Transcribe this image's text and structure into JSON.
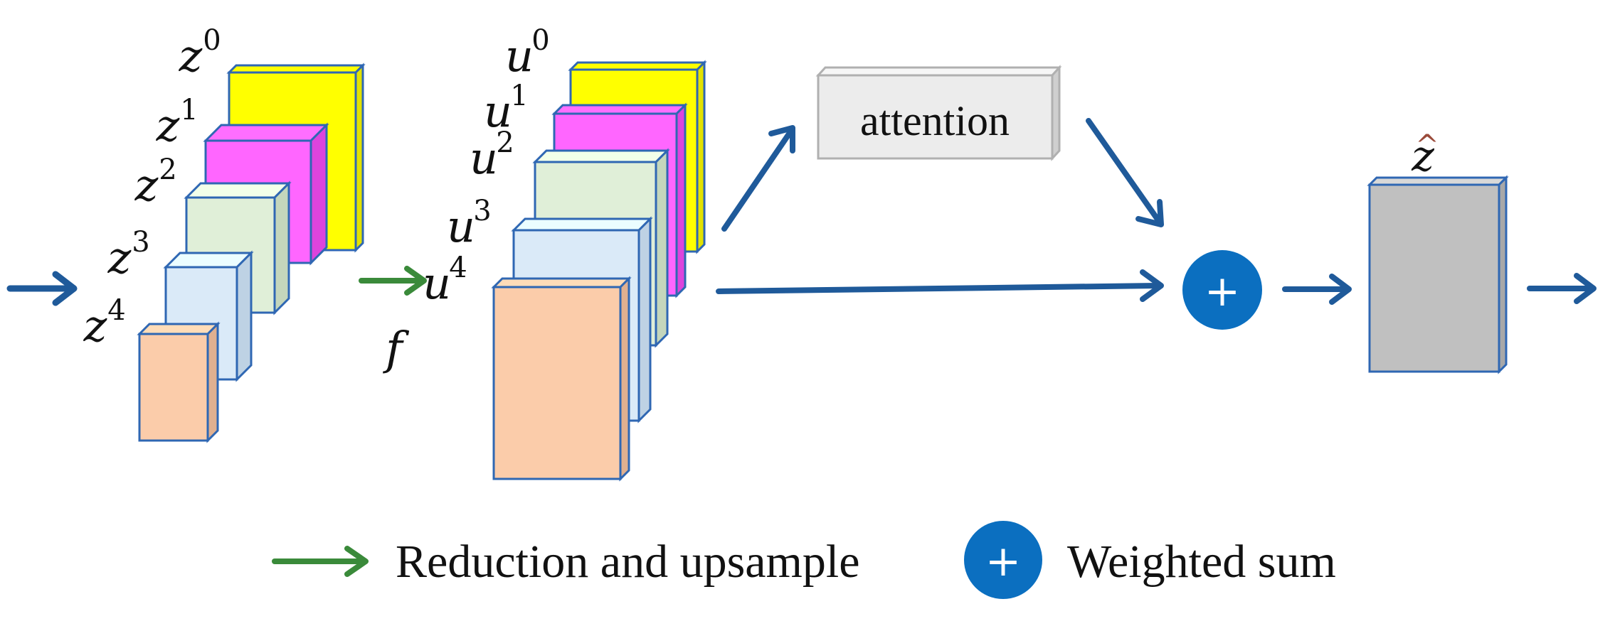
{
  "diagram": {
    "z_stack": [
      {
        "base": "z",
        "sup": "0",
        "color": "#ffff00",
        "side": "#e2e200"
      },
      {
        "base": "z",
        "sup": "1",
        "color": "#ff66ff",
        "side": "#dd44dd"
      },
      {
        "base": "z",
        "sup": "2",
        "color": "#e0efd8",
        "side": "#c4d6bc"
      },
      {
        "base": "z",
        "sup": "3",
        "color": "#daeaf8",
        "side": "#bed2e4"
      },
      {
        "base": "z",
        "sup": "4",
        "color": "#fbccaa",
        "side": "#e0b090"
      }
    ],
    "u_stack": [
      {
        "base": "u",
        "sup": "0",
        "color": "#ffff00",
        "side": "#e2e200"
      },
      {
        "base": "u",
        "sup": "1",
        "color": "#ff66ff",
        "side": "#dd44dd"
      },
      {
        "base": "u",
        "sup": "2",
        "color": "#e0efd8",
        "side": "#c4d6bc"
      },
      {
        "base": "u",
        "sup": "3",
        "color": "#daeaf8",
        "side": "#bed2e4"
      },
      {
        "base": "u",
        "sup": "4",
        "color": "#fbccaa",
        "side": "#e0b090"
      }
    ],
    "f_label": "f",
    "attention_label": "attention",
    "plus_symbol": "+",
    "output_label": "z",
    "output_hat": "^",
    "colors": {
      "arrow_blue": "#1f5a9a",
      "arrow_green": "#3a8a3a",
      "node_blue": "#0b6fc0",
      "block_border": "#2f67b3",
      "output_fill": "#c0c0c0",
      "attention_fill": "#ececec",
      "hat_color": "#9a4a3a"
    }
  },
  "legend": {
    "reduction_label": "Reduction and upsample",
    "weighted_sum_label": "Weighted sum",
    "plus_symbol": "+"
  }
}
